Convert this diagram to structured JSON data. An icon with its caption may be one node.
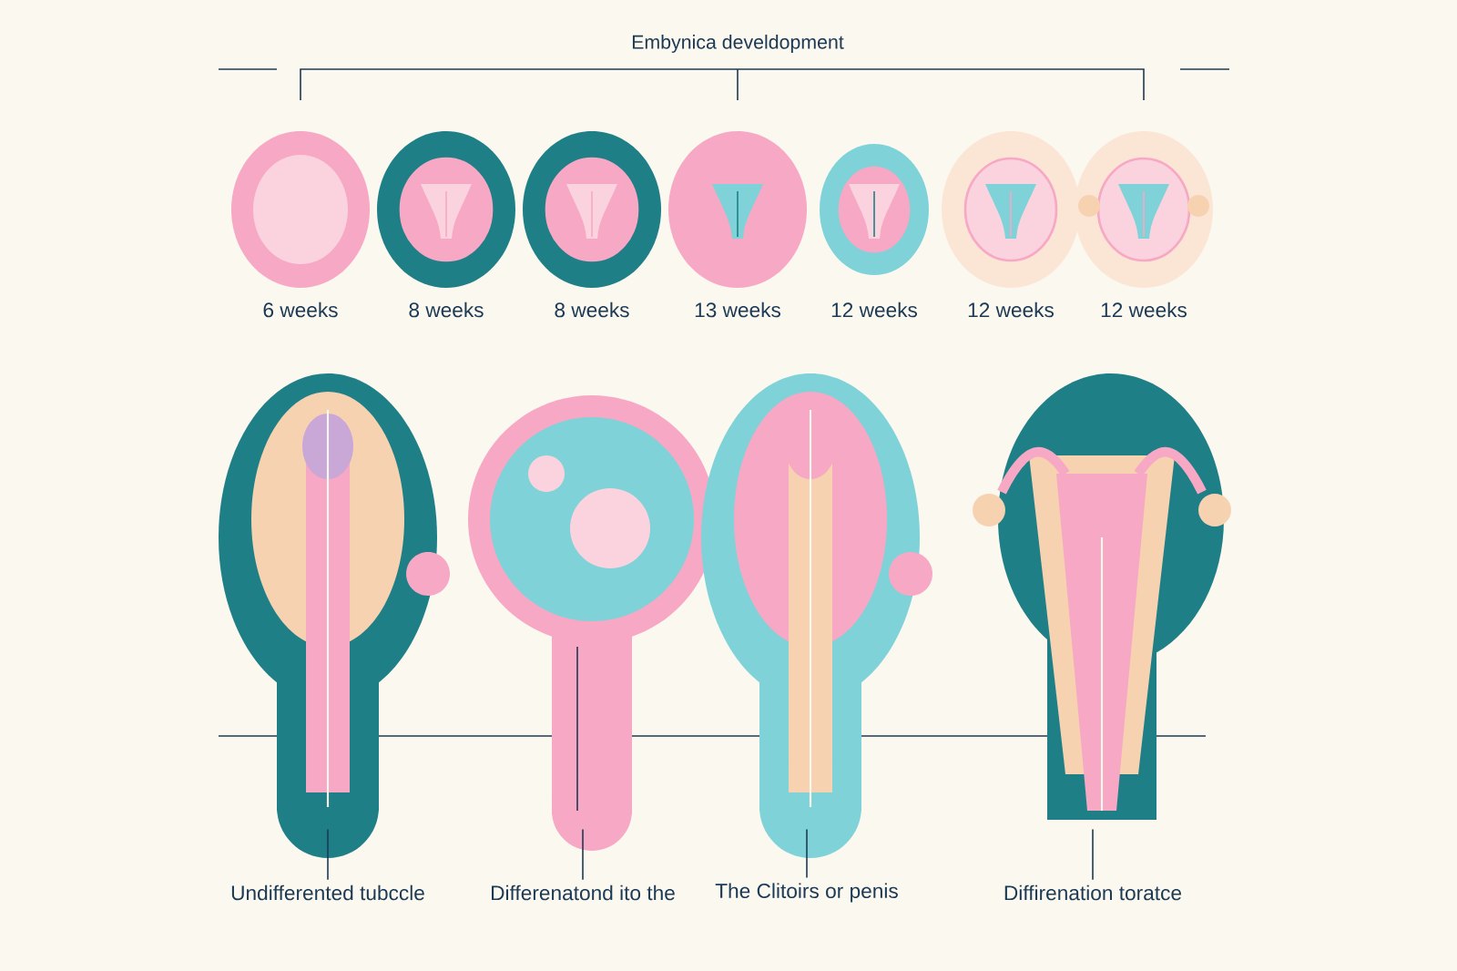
{
  "diagram": {
    "title": "Embynica develdopment",
    "nodes": [
      {
        "text": [],
        "shape": "picture",
        "beside": [
          "6 weeks"
        ]
      },
      {
        "text": [],
        "shape": "picture",
        "beside": [
          "8 weeks"
        ]
      },
      {
        "text": [],
        "shape": "picture",
        "beside": [
          "8 weeks"
        ]
      },
      {
        "text": [],
        "shape": "picture",
        "beside": [
          "13 weeks"
        ]
      },
      {
        "text": [],
        "shape": "picture",
        "beside": [
          "12 weeks"
        ]
      },
      {
        "text": [],
        "shape": "picture",
        "beside": [
          "12 weeks"
        ]
      },
      {
        "text": [],
        "shape": "picture",
        "beside": [
          "12 weeks"
        ]
      },
      {
        "text": [],
        "shape": "picture"
      },
      {
        "text": [],
        "shape": "picture"
      },
      {
        "text": [],
        "shape": "picture"
      },
      {
        "text": [],
        "shape": "picture"
      },
      {
        "text": [
          "Undifferented tubccle"
        ]
      },
      {
        "text": [
          "Differenatond ito the"
        ]
      },
      {
        "text": [
          "The Clitoirs or penis"
        ]
      },
      {
        "text": [
          "Diffirenation toratce"
        ]
      }
    ],
    "edges": [
      {
        "from": 11,
        "to": 7,
        "arrow": "none"
      },
      {
        "from": 12,
        "to": 8,
        "arrow": "none"
      },
      {
        "from": 13,
        "to": 9,
        "arrow": "none"
      },
      {
        "from": 14,
        "to": 10,
        "arrow": "none"
      }
    ]
  }
}
